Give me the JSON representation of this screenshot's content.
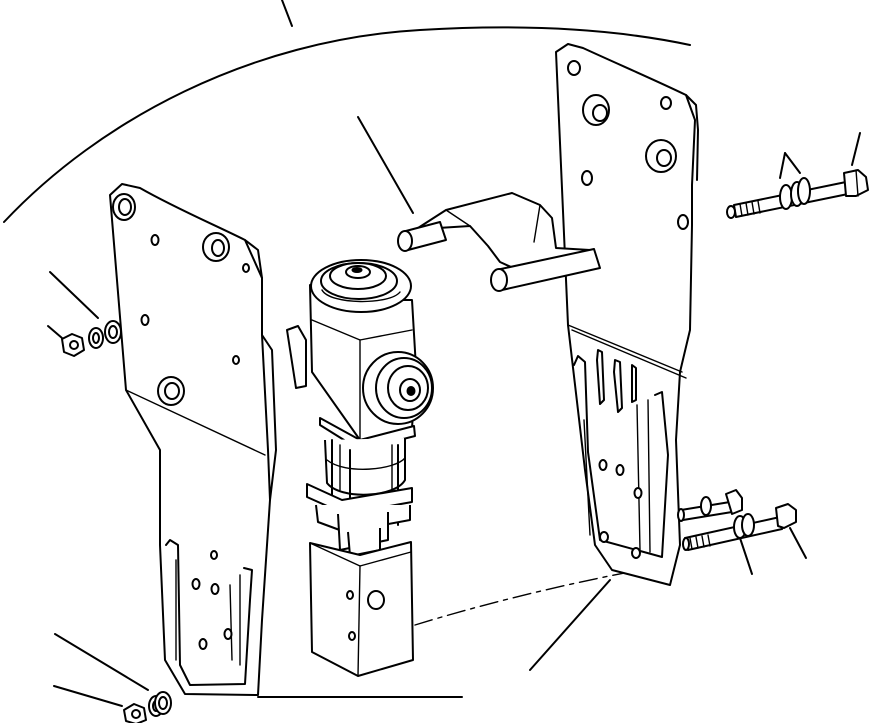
{
  "diagram": {
    "kind": "exploded-parts-drawing",
    "line_color": "#000000",
    "background": "#ffffff",
    "parts": [
      "left-bracket-plate",
      "right-bracket-plate",
      "valve-assembly",
      "pipe-bracket",
      "hardware-bolt",
      "hardware-nut",
      "hardware-washer"
    ]
  }
}
